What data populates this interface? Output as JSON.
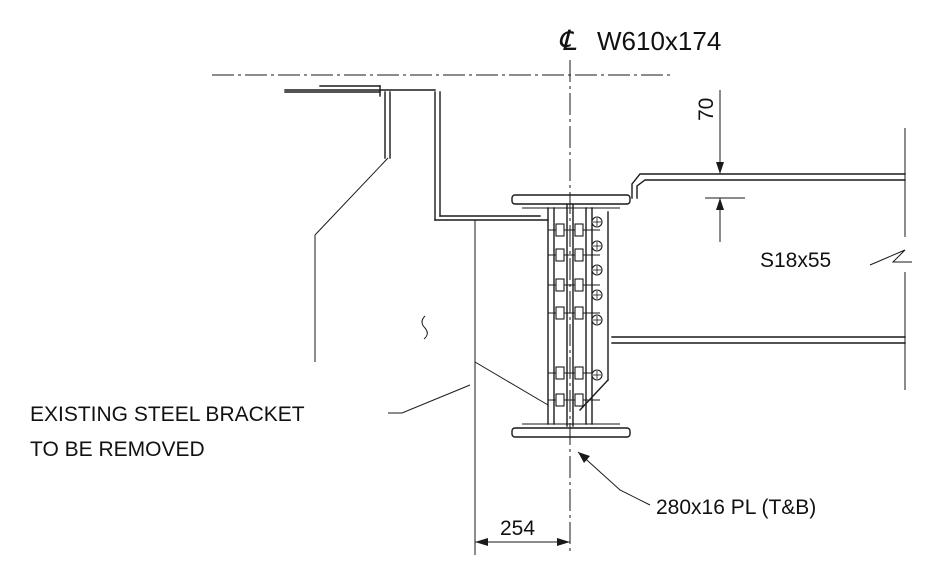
{
  "labels": {
    "centerline_symbol": "℄",
    "member": "W610x174",
    "dim_top": "70",
    "beam": "S18x55",
    "bracket_line1": "EXISTING STEEL BRACKET",
    "bracket_line2": "TO BE REMOVED",
    "plate": "280x16 PL (T&B)",
    "dim_bottom": "254"
  }
}
